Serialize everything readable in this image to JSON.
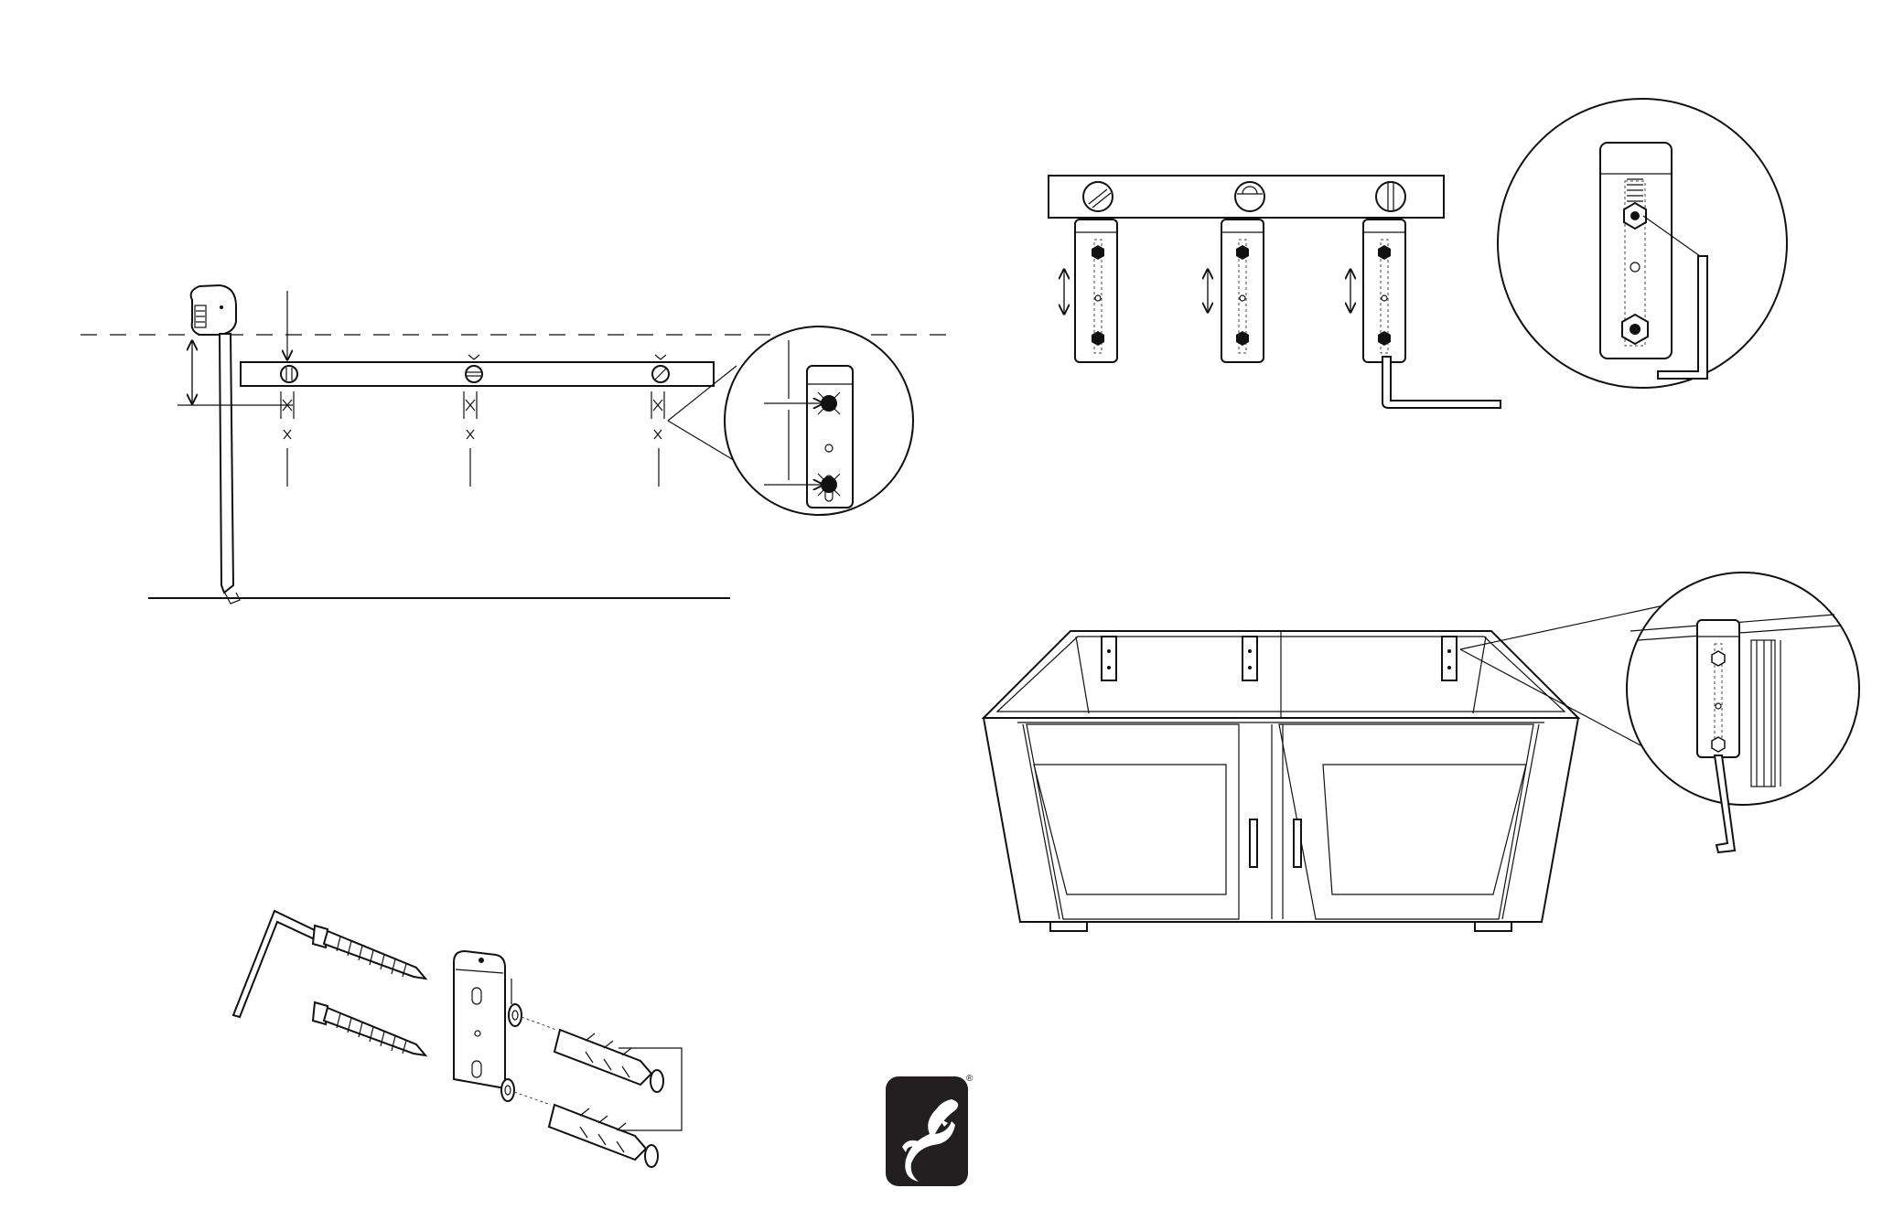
{
  "document": {
    "panels": [
      "ceiling-height-measure-and-level-marking",
      "bracket-height-adjustment-with-hex-key",
      "bracket-fastening-hardware-exploded",
      "cabinet-with-mounted-brackets"
    ],
    "logo": {
      "mark": "lizard-logo",
      "registered_symbol": "®"
    },
    "colors": {
      "line": "#111111",
      "paper": "#ffffff",
      "logo": "#231f20"
    }
  }
}
